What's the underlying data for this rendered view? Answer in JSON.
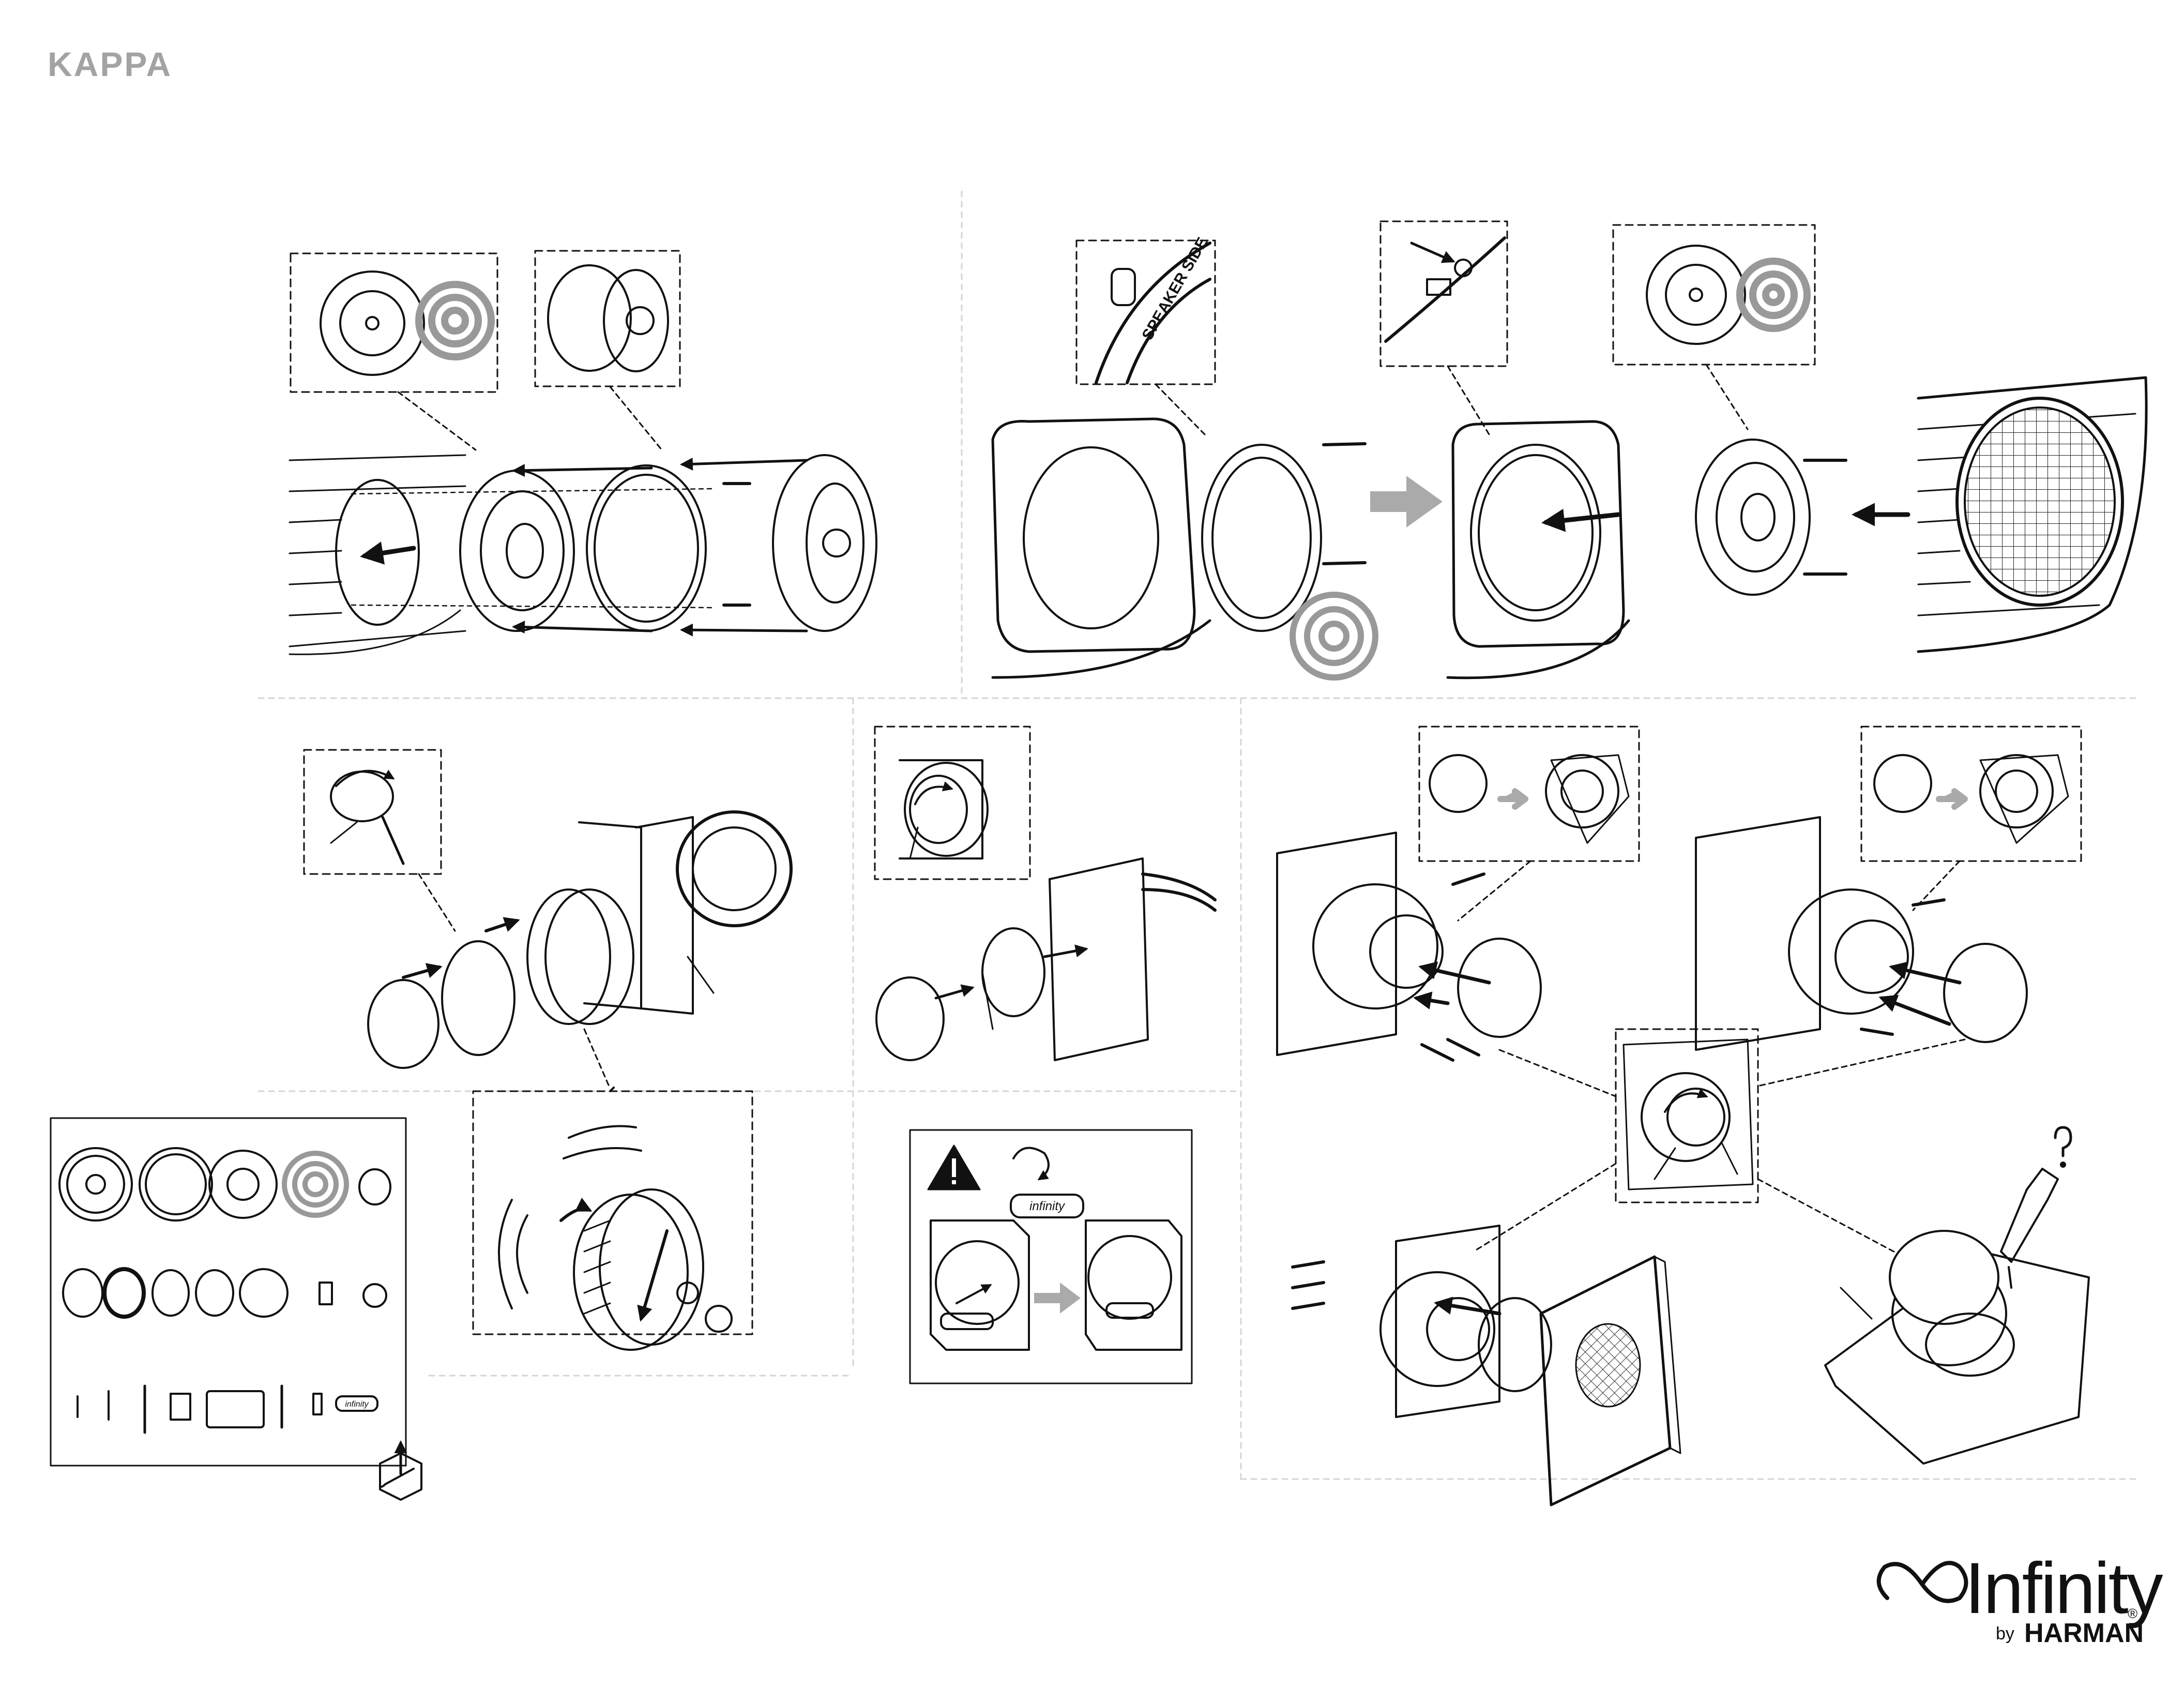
{
  "header": {
    "title": "KAPPA"
  },
  "labels": {
    "speaker_side": "SPEAKER SIDE",
    "emblem_text": "infinity"
  },
  "brand": {
    "name": "Infinity",
    "byline_prefix": "by",
    "byline_name": "HARMAN",
    "registered": "®"
  },
  "colors": {
    "title_gray": "#a3a3a3",
    "ink": "#111111",
    "grille_gray": "#9a9a9a",
    "guide_gray": "#cfcfcf"
  },
  "icons": [
    "warning-icon",
    "question-mark-icon",
    "open-box-icon",
    "large-arrow-icon"
  ]
}
